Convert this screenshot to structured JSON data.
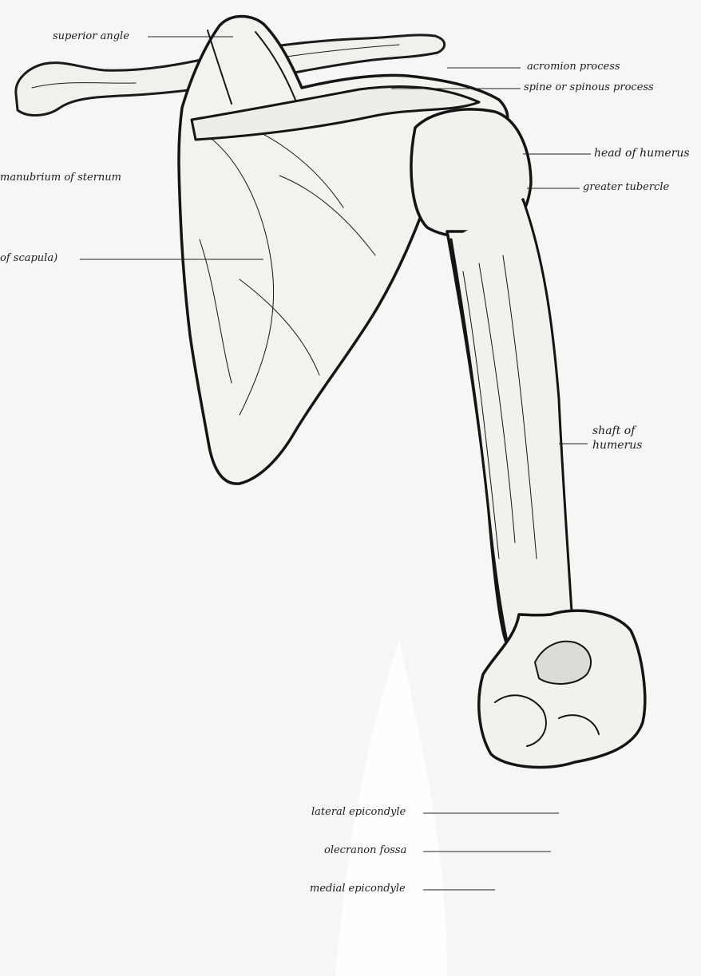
{
  "figure": {
    "labels": {
      "superior_angle": "superior angle",
      "acromion_process": "acromion process",
      "spine_process": "spine or spinous process",
      "head_of_humerus": "head of humerus",
      "greater_tubercle": "greater tubercle",
      "manubrium_of_sternum": "manubrium of sternum",
      "body_of_scapula": "of scapula)",
      "shaft_line1": "shaft of",
      "shaft_line2": "humerus",
      "lateral_epicondyle": "lateral epicondyle",
      "olecranon_fossa": "olecranon fossa",
      "medial_epicondyle": "medial epicondyle"
    }
  }
}
